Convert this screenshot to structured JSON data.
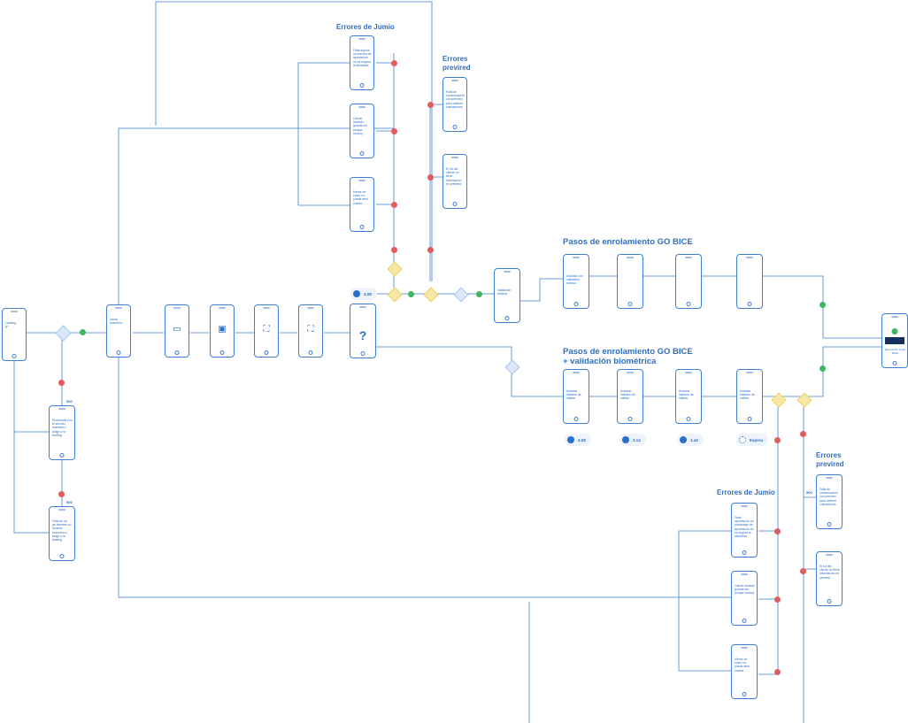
{
  "sections": {
    "errores_jumio_top": "Errores de Jumio",
    "errores_previred_top": "Errores previred",
    "pasos_go_bice": "Pasos de enrolamiento GO BICE",
    "pasos_biometrica_line1": "Pasos de enrolamiento GO BICE",
    "pasos_biometrica_line2": "+ validación biométrica",
    "errores_jumio_bottom": "Errores de Jumio",
    "errores_previred_bottom": "Errores previred"
  },
  "screens": {
    "landing": "Landing",
    "landing_sub": "g^",
    "iniciar": "Iniciar biometría",
    "jumio_top_1": "Falla alguna ocurrencia de aprobación no es segura la identidad",
    "jumio_top_2": "Carnet invalido (puede ser porque vencio)",
    "jumio_top_3": "Menor de edad, no puede abrir cuenta",
    "previred_top_1": "Falla de comunicación con previred para obtener cotizaciones",
    "previred_top_2": "El rut del cliente no tiene información en previred",
    "validacion": "Validación exitosa",
    "go1": "Avanzar con validación exitosa",
    "bio1": "Avanzar intentos de validar",
    "bio2": "Avanzar intentos de validar",
    "bio3": "Avanzar intentos de validar",
    "bio4": "Avanzar intentos de validar",
    "jumio_b_1": "Falla aprobación no porcentaje de aprobación no es segura la identidad",
    "jumio_b_2": "Carnet invalido (puede ser porque vencio)",
    "jumio_b_3": "Menor de edad, no puede abrir cuenta",
    "previred_b_1": "Falla de comunicación con previred para obtener cotizaciones",
    "previred_b_2": "El rut del cliente no tiene información en previred",
    "err_left_1": "Problemas con el servicio biometria / dirigir a la landing",
    "err_left_2": "Falla de un ge.biometri-co invalido biometrico / dirigir a la landing",
    "final": "Bienvenido a GO BICE",
    "qmark": "?"
  },
  "codes": {
    "left_1": "500",
    "left_2": "500",
    "previred_b": "500"
  },
  "badges": {
    "main": "4.08",
    "bio_1": "4.08",
    "bio_2": "3.14",
    "bio_3": "1.44",
    "bio_4": "Espera"
  },
  "colors": {
    "line": "#3d7fd1",
    "error": "#e35c5c",
    "ok": "#3fb65f",
    "decision": "#f6d97a"
  }
}
